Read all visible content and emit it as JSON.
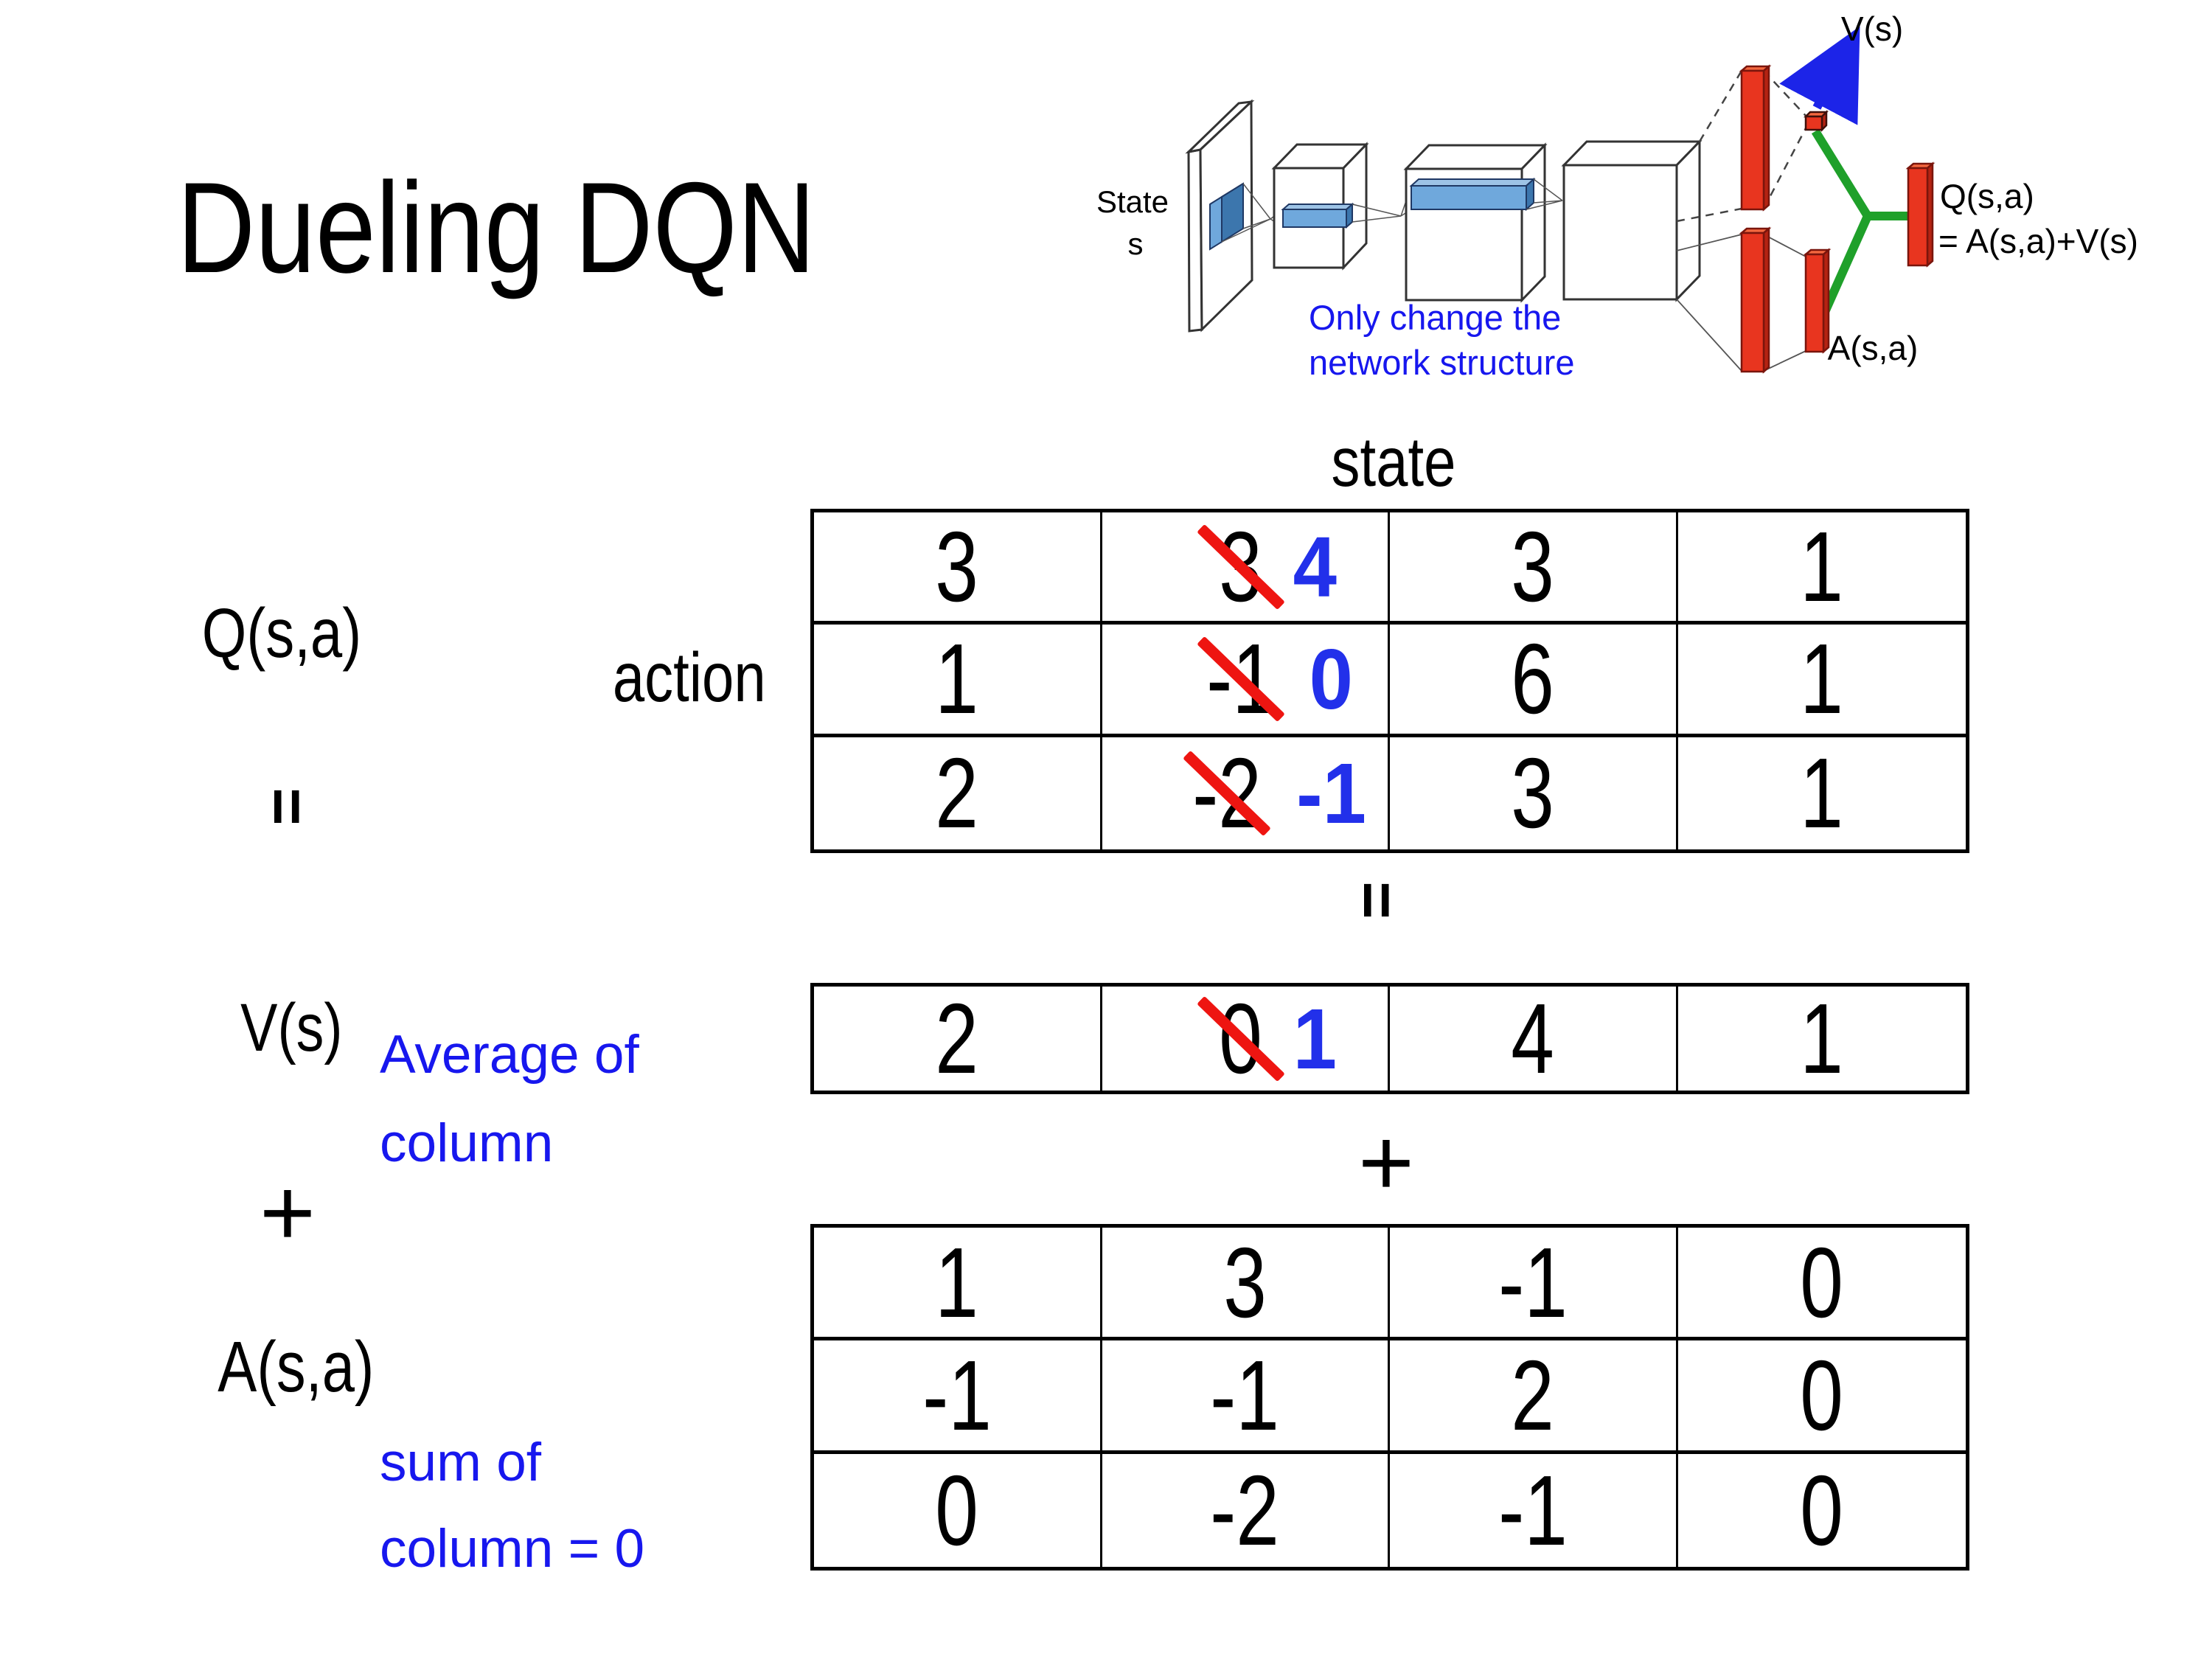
{
  "title": "Dueling DQN",
  "diagram": {
    "state_line1": "State",
    "state_line2": "s",
    "note_line1": "Only change the",
    "note_line2": "network structure",
    "v_label": "V(s)",
    "q_label_line1": "Q(s,a)",
    "q_label_line2": "= A(s,a)+V(s)",
    "a_label": "A(s,a)"
  },
  "equation": {
    "q_label": "Q(s,a)",
    "equals_left": "=",
    "v_label": "V(s)",
    "plus_left": "+",
    "a_label": "A(s,a)",
    "avg_note_line1": "Average of",
    "avg_note_line2": "column",
    "sum_note_line1": "sum of",
    "sum_note_line2": "column = 0",
    "equals_center": "=",
    "plus_center": "+"
  },
  "axes": {
    "state": "state",
    "action": "action"
  },
  "tables": {
    "q": {
      "rows": [
        [
          "3",
          {
            "old": "3",
            "new": "4"
          },
          "3",
          "1"
        ],
        [
          "1",
          {
            "old": "-1",
            "new": "0"
          },
          "6",
          "1"
        ],
        [
          "2",
          {
            "old": "-2",
            "new": "-1"
          },
          "3",
          "1"
        ]
      ]
    },
    "v": {
      "rows": [
        [
          "2",
          {
            "old": "0",
            "new": "1"
          },
          "4",
          "1"
        ]
      ]
    },
    "a": {
      "rows": [
        [
          "1",
          "3",
          "-1",
          "0"
        ],
        [
          "-1",
          "-1",
          "2",
          "0"
        ],
        [
          "0",
          "-2",
          "-1",
          "0"
        ]
      ]
    }
  },
  "colors": {
    "blue": "#1717ee",
    "blueNum": "#2230ea",
    "red": "#ee1511",
    "green": "#1fa02a",
    "barFill": "#e8351f",
    "barStroke": "#7a150c",
    "boxBlue": "#6fa8dc",
    "boxBlueDark": "#3c76ad",
    "boxBlueLight": "#9dc3e6",
    "blueStroke": "#1f3864",
    "arrowBlue": "#1c24e8",
    "boxStroke": "#333333"
  }
}
